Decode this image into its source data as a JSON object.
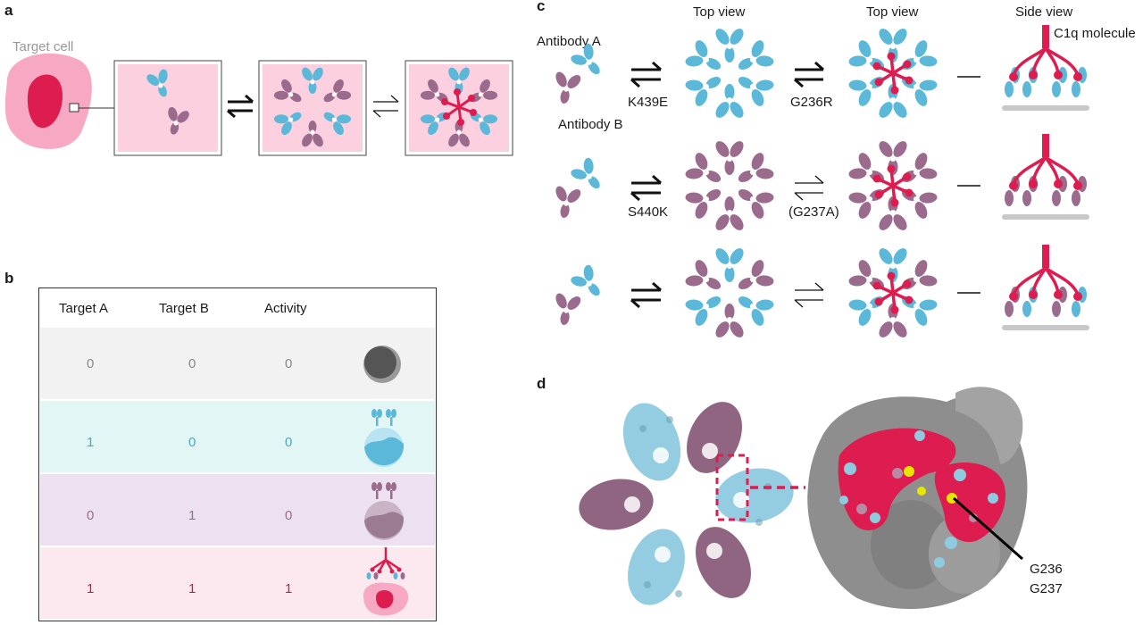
{
  "colors": {
    "blue": "#5bb8d8",
    "purple": "#9b6b8e",
    "red": "#dd1c4f",
    "pink_bg": "#fcd0df",
    "cell_outer": "#f7a8c2",
    "gray_bar": "#c8c8c8",
    "row_gray": "#f2f2f2",
    "row_blue": "#e3f6f6",
    "row_purple": "#ece0f1",
    "row_pink": "#fce8ef"
  },
  "panels": {
    "a": {
      "letter": "a",
      "target_cell_label": "Target cell"
    },
    "b": {
      "letter": "b",
      "headers": [
        "Target A",
        "Target B",
        "Activity"
      ],
      "rows": [
        {
          "target_a": "0",
          "target_b": "0",
          "activity": "0",
          "tint": "gray",
          "icon": "gray-cell-icon"
        },
        {
          "target_a": "1",
          "target_b": "0",
          "activity": "0",
          "tint": "blue",
          "icon": "blue-cell-icon"
        },
        {
          "target_a": "0",
          "target_b": "1",
          "activity": "0",
          "tint": "purple",
          "icon": "purple-cell-icon"
        },
        {
          "target_a": "1",
          "target_b": "1",
          "activity": "1",
          "tint": "pink",
          "icon": "lysed-cell-icon"
        }
      ]
    },
    "c": {
      "letter": "c",
      "column_headers": [
        "Top view",
        "Top view",
        "Side view"
      ],
      "antibody_a_label": "Antibody A",
      "antibody_b_label": "Antibody B",
      "c1q_label": "C1q molecule",
      "rows": [
        {
          "mutation_1": "K439E",
          "mutation_2": "G236R"
        },
        {
          "mutation_1": "S440K",
          "mutation_2": "(G237A)"
        },
        {
          "mutation_1": "",
          "mutation_2": ""
        }
      ]
    },
    "d": {
      "letter": "d",
      "residue_labels": [
        "G236",
        "G237"
      ]
    }
  }
}
